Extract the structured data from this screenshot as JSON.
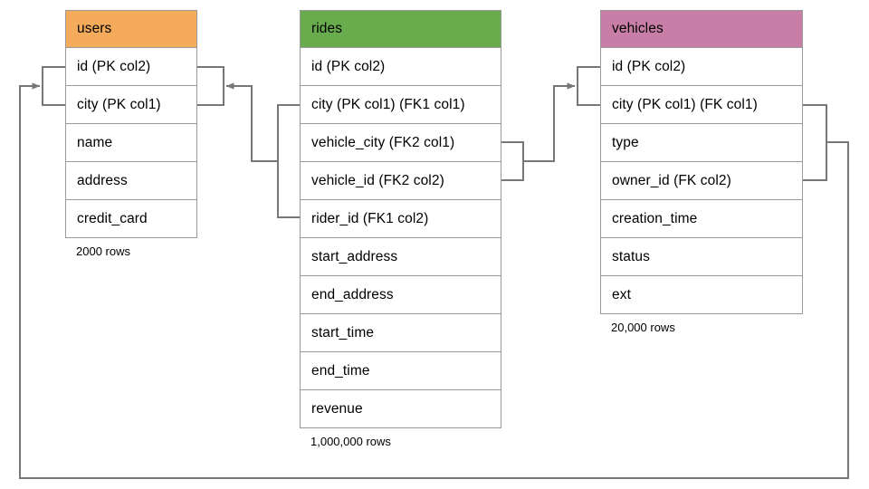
{
  "diagram": {
    "title": "ride-sharing schema ER diagram",
    "background_color": "#ffffff",
    "connector_color": "#777777"
  },
  "entities": [
    {
      "id": "users",
      "name": "users",
      "header_color": "#f4ab5c",
      "row_count_label": "2000 rows",
      "fields": [
        {
          "label": "id (PK col2)"
        },
        {
          "label": "city (PK col1)"
        },
        {
          "label": "name"
        },
        {
          "label": "address"
        },
        {
          "label": "credit_card"
        }
      ]
    },
    {
      "id": "rides",
      "name": "rides",
      "header_color": "#68ac4d",
      "row_count_label": "1,000,000 rows",
      "fields": [
        {
          "label": "id (PK col2)"
        },
        {
          "label": "city (PK col1) (FK1 col1)"
        },
        {
          "label": "vehicle_city (FK2 col1)"
        },
        {
          "label": "vehicle_id (FK2 col2)"
        },
        {
          "label": "rider_id (FK1 col2)"
        },
        {
          "label": "start_address"
        },
        {
          "label": "end_address"
        },
        {
          "label": "start_time"
        },
        {
          "label": "end_time"
        },
        {
          "label": "revenue"
        }
      ]
    },
    {
      "id": "vehicles",
      "name": "vehicles",
      "header_color": "#c87ea6",
      "row_count_label": "20,000 rows",
      "fields": [
        {
          "label": "id (PK col2)"
        },
        {
          "label": "city (PK col1) (FK col1)"
        },
        {
          "label": "type"
        },
        {
          "label": "owner_id (FK col2)"
        },
        {
          "label": "creation_time"
        },
        {
          "label": "status"
        },
        {
          "label": "ext"
        }
      ]
    }
  ],
  "relationships": [
    {
      "id": "rides-fk1-users",
      "from": "rides.city + rides.rider_id (FK1)",
      "to": "users.city + users.id (PK)"
    },
    {
      "id": "rides-fk2-vehicles",
      "from": "rides.vehicle_city + rides.vehicle_id (FK2)",
      "to": "vehicles.city + vehicles.id (PK)"
    },
    {
      "id": "vehicles-fk-users",
      "from": "vehicles.city + vehicles.owner_id (FK)",
      "to": "users.city + users.id (PK)"
    }
  ]
}
